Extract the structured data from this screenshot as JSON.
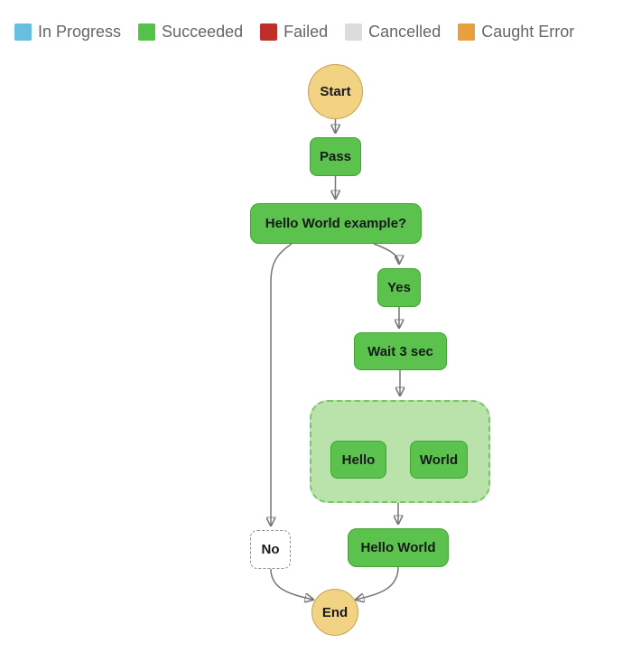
{
  "legend": {
    "items": [
      {
        "label": "In Progress",
        "color": "#67bede"
      },
      {
        "label": "Succeeded",
        "color": "#53c246"
      },
      {
        "label": "Failed",
        "color": "#bf2e28"
      },
      {
        "label": "Cancelled",
        "color": "#dcdcdc"
      },
      {
        "label": "Caught Error",
        "color": "#e7a03c"
      }
    ]
  },
  "diagram": {
    "nodes": {
      "start": {
        "label": "Start"
      },
      "pass": {
        "label": "Pass"
      },
      "choice": {
        "label": "Hello World example?"
      },
      "yes": {
        "label": "Yes"
      },
      "wait": {
        "label": "Wait 3 sec"
      },
      "hello": {
        "label": "Hello"
      },
      "world": {
        "label": "World"
      },
      "hello_world": {
        "label": "Hello World"
      },
      "no": {
        "label": "No"
      },
      "end": {
        "label": "End"
      }
    },
    "status_colors": {
      "succeeded_fill": "#5cc24e",
      "succeeded_border": "#42a333",
      "parallel_fill": "#bae3ac",
      "parallel_border": "#7cc468",
      "terminal_fill": "#f2d283",
      "terminal_border": "#c7a24e",
      "skipped_fill": "#ffffff",
      "skipped_border": "#8f8f8f",
      "edge": "#757575"
    }
  }
}
